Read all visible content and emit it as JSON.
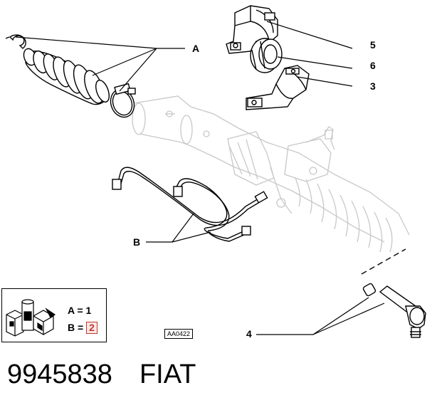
{
  "callouts": {
    "a": "A",
    "b": "B",
    "three": "3",
    "four": "4",
    "five": "5",
    "six": "6"
  },
  "legend": {
    "row1": "A = 1",
    "row2_prefix": "B = ",
    "row2_qty": "2"
  },
  "reference_code": "AA0422",
  "footer": {
    "part_number": "9945838",
    "brand": "FIAT"
  },
  "colors": {
    "line": "#000000",
    "faded": "#c8c8c8",
    "qty_highlight": "#c0392b"
  }
}
